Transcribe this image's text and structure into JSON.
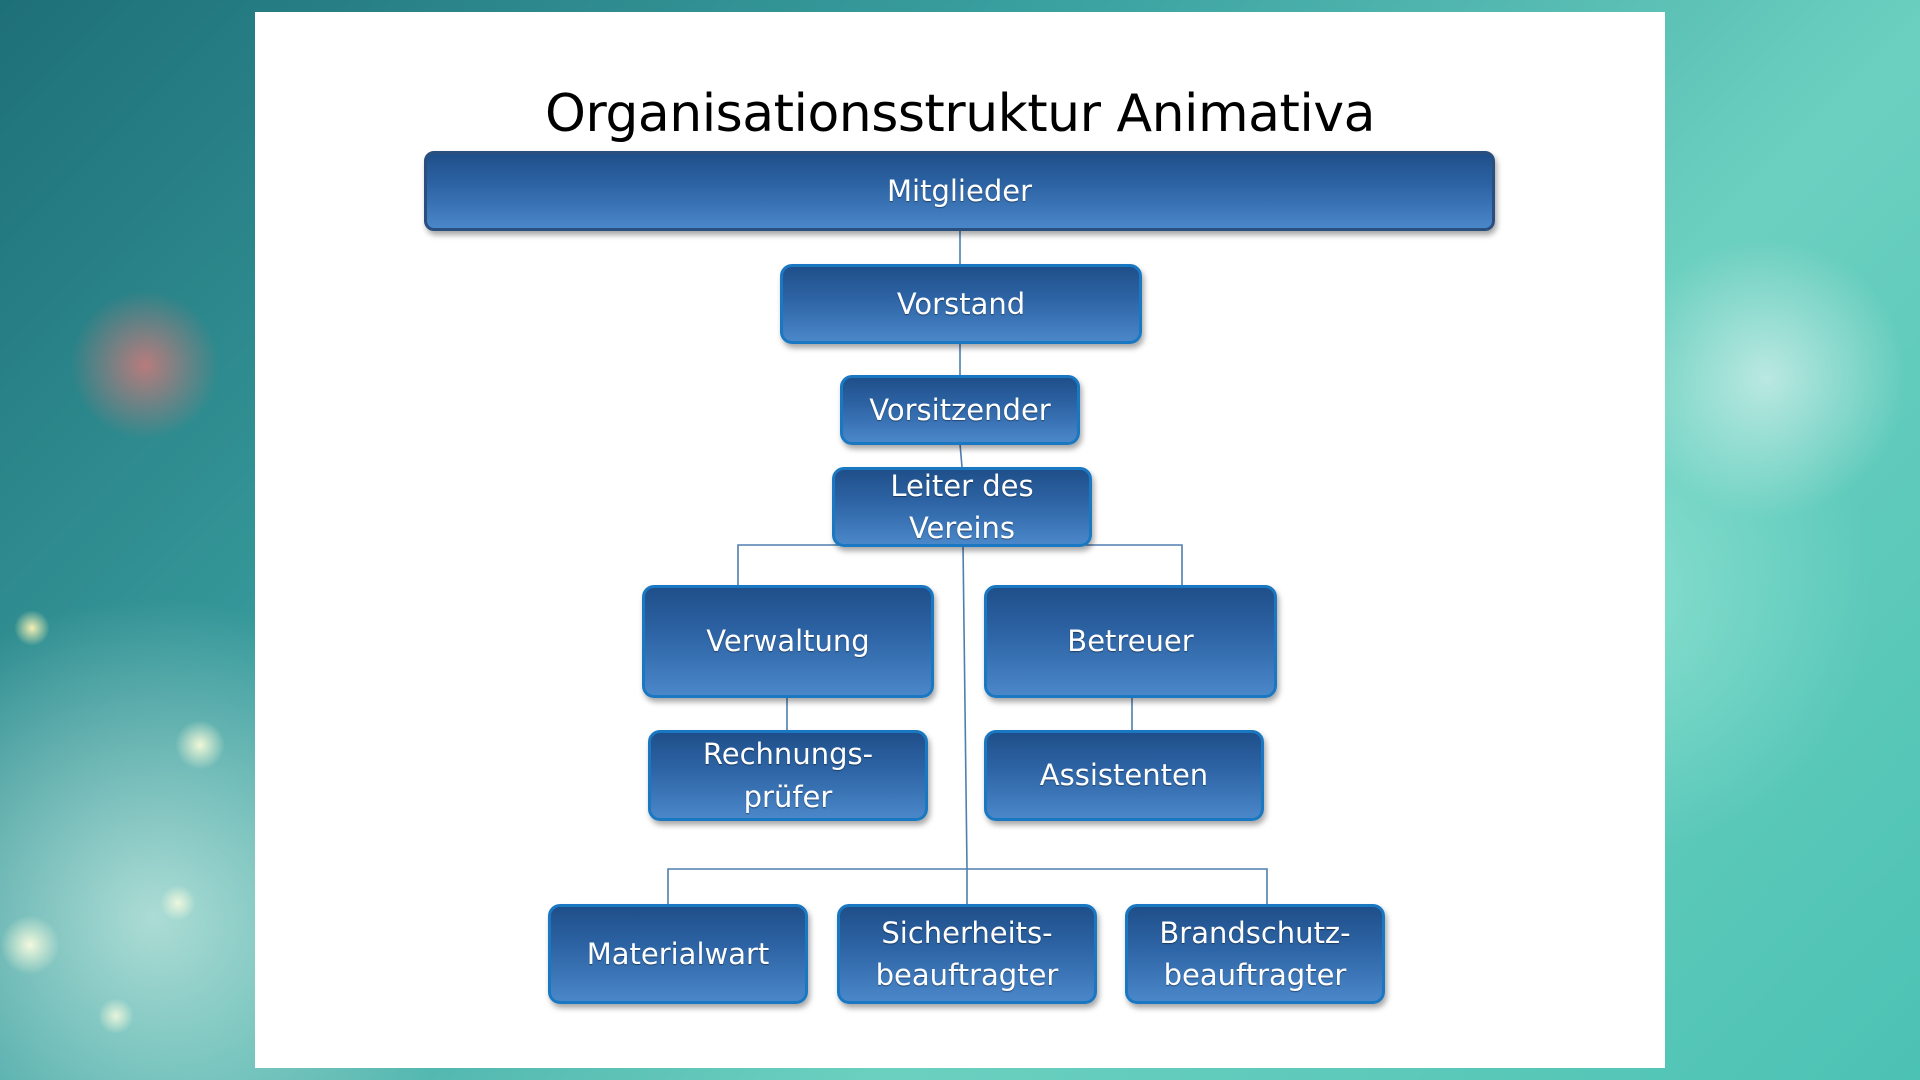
{
  "title": "Organisationsstruktur Animativa",
  "nodes": {
    "mitglieder": "Mitglieder",
    "vorstand": "Vorstand",
    "vorsitzender": "Vorsitzender",
    "leiter": "Leiter des\nVereins",
    "verwaltung": "Verwaltung",
    "betreuer": "Betreuer",
    "rechnungspruefer": "Rechnungs-\nprüfer",
    "assistenten": "Assistenten",
    "materialwart": "Materialwart",
    "sicherheitsbeauftragter": "Sicherheits-\nbeauftragter",
    "brandschutzbeauftragter": "Brandschutz-\nbeauftragter"
  },
  "colors": {
    "node_fill_top": "#1f4f8a",
    "node_fill_bottom": "#4a87c9",
    "node_border": "#1a78c2",
    "connector": "#4f7fb0"
  }
}
